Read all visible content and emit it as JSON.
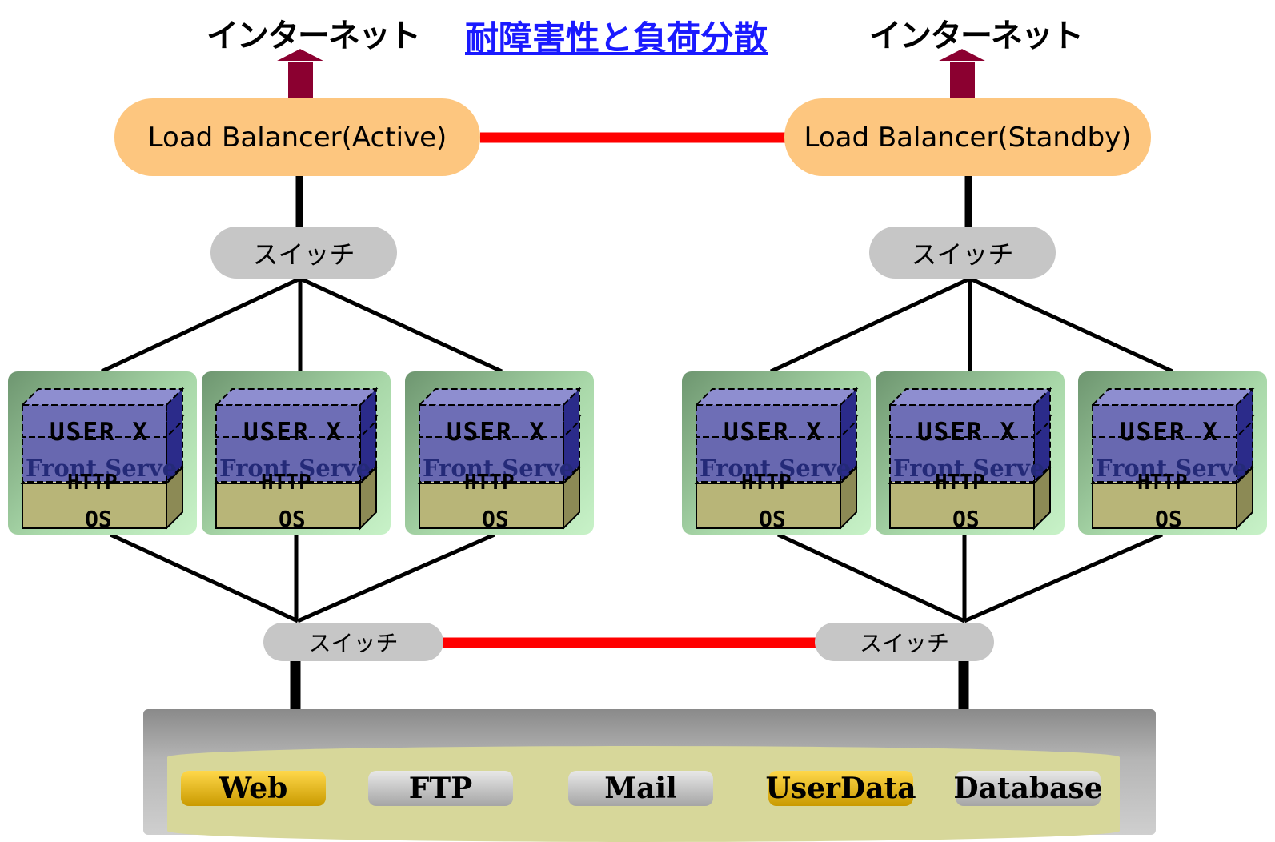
{
  "title": "耐障害性と負荷分散",
  "internet_left": "インターネット",
  "internet_right": "インターネット",
  "load_balancer_active": "Load Balancer(Active)",
  "load_balancer_standby": "Load Balancer(Standby)",
  "switch_label": "スイッチ",
  "server_layers": {
    "user": "USER X",
    "front": "Front Serve",
    "http": "HTTP",
    "os": "OS"
  },
  "storage_items": [
    {
      "label": "Web",
      "style": "gold"
    },
    {
      "label": "FTP",
      "style": "gray"
    },
    {
      "label": "Mail",
      "style": "gray"
    },
    {
      "label": "UserData",
      "style": "gold"
    },
    {
      "label": "Database",
      "style": "gray"
    }
  ],
  "colors": {
    "arrow": "#8b0030",
    "load_balancer": "#fdc67f",
    "switch": "#c6c6c6",
    "red_link": "#ff0000",
    "title": "#1a1aff",
    "user_layer": "#6a6aa8",
    "front_layer": "#5a5aa8",
    "os_layer": "#b8b578"
  }
}
